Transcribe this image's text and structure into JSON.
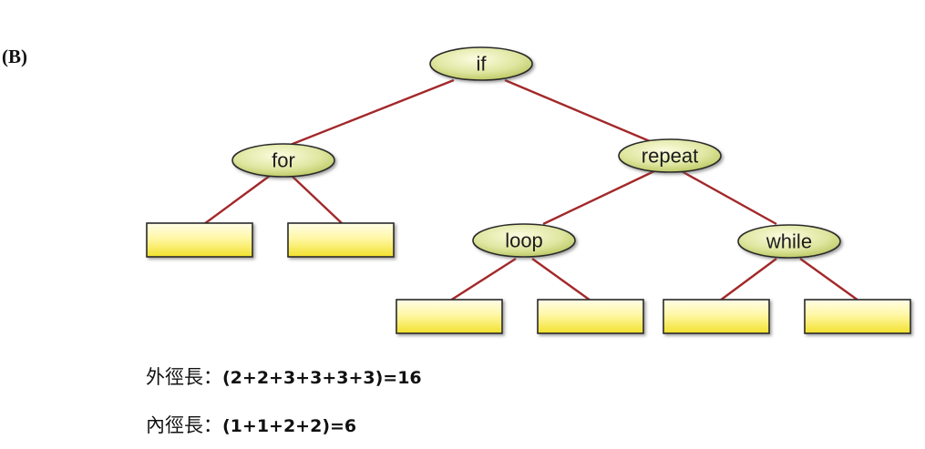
{
  "section_label": "(B)",
  "tree": {
    "root": "if",
    "internal_nodes": [
      "if",
      "for",
      "repeat",
      "loop",
      "while"
    ],
    "external_node_count": 6
  },
  "formulas": {
    "external": {
      "label": "外徑長：",
      "expression": "(2+2+3+3+3+3)=16"
    },
    "internal": {
      "label": "內徑長：",
      "expression": "(1+1+2+2)=6"
    }
  },
  "colors": {
    "edge": "#a3282a",
    "node_fill_light": "#f5f7c8",
    "node_fill_dark": "#c3cf6a",
    "leaf_fill_light": "#fffbd0",
    "leaf_fill_dark": "#f3e633"
  }
}
